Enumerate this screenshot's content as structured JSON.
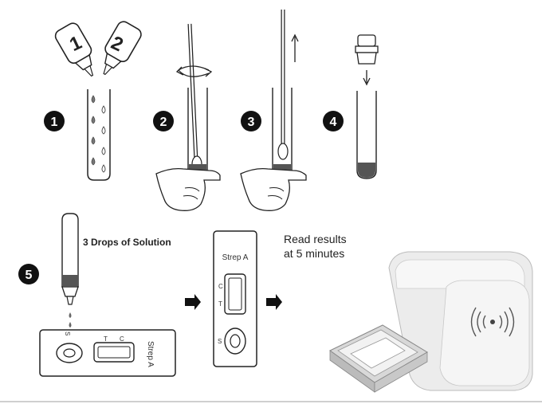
{
  "steps": {
    "step1": {
      "number": "1",
      "bottle_labels": [
        "1",
        "2"
      ]
    },
    "step2": {
      "number": "2"
    },
    "step3": {
      "number": "3"
    },
    "step4": {
      "number": "4"
    },
    "step5": {
      "number": "5",
      "caption": "3 Drops of Solution"
    }
  },
  "test_strip": {
    "label": "Strep A",
    "line_c": "C",
    "line_t": "T",
    "well_s": "S"
  },
  "result_panel": {
    "line1": "Read results",
    "line2": "at 5 minutes"
  },
  "colors": {
    "ink": "#222222",
    "liquid": "#5a5a5a",
    "device": "#e6e6e6"
  }
}
